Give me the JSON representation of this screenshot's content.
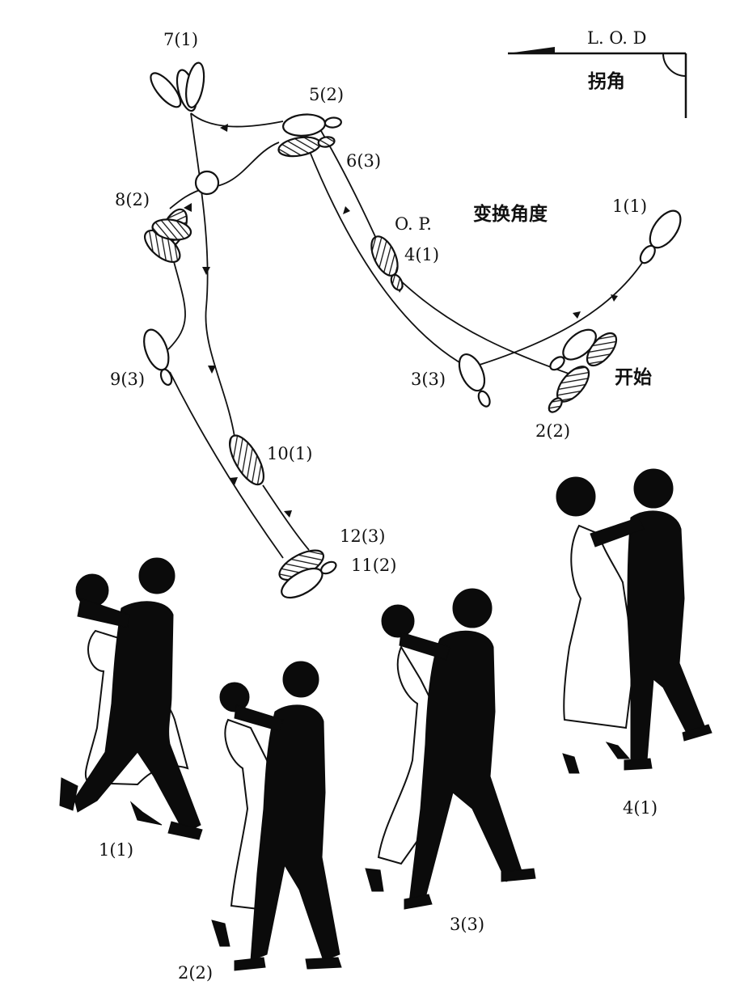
{
  "orientation": {
    "lod_label": "L. O. D",
    "corner_label": "拐角"
  },
  "notes": {
    "change_angle": "变换角度",
    "start": "开始",
    "op": "O. P."
  },
  "steps": [
    {
      "id": "s1",
      "label": "1(1)",
      "foot": "open"
    },
    {
      "id": "s2",
      "label": "2(2)",
      "foot": "hatched"
    },
    {
      "id": "s3",
      "label": "3(3)",
      "foot": "open"
    },
    {
      "id": "s4",
      "label": "4(1)",
      "foot": "hatched"
    },
    {
      "id": "s5",
      "label": "5(2)",
      "foot": "open"
    },
    {
      "id": "s6",
      "label": "6(3)",
      "foot": "hatched"
    },
    {
      "id": "s7",
      "label": "7(1)",
      "foot": "open"
    },
    {
      "id": "s8",
      "label": "8(2)",
      "foot": "hatched"
    },
    {
      "id": "s9",
      "label": "9(3)",
      "foot": "open"
    },
    {
      "id": "s10",
      "label": "10(1)",
      "foot": "hatched"
    },
    {
      "id": "s11",
      "label": "11(2)",
      "foot": "open"
    },
    {
      "id": "s12",
      "label": "12(3)",
      "foot": "hatched"
    }
  ],
  "figures": [
    {
      "id": "fig1",
      "label": "1(1)"
    },
    {
      "id": "fig2",
      "label": "2(2)"
    },
    {
      "id": "fig3",
      "label": "3(3)"
    },
    {
      "id": "fig4",
      "label": "4(1)"
    }
  ]
}
